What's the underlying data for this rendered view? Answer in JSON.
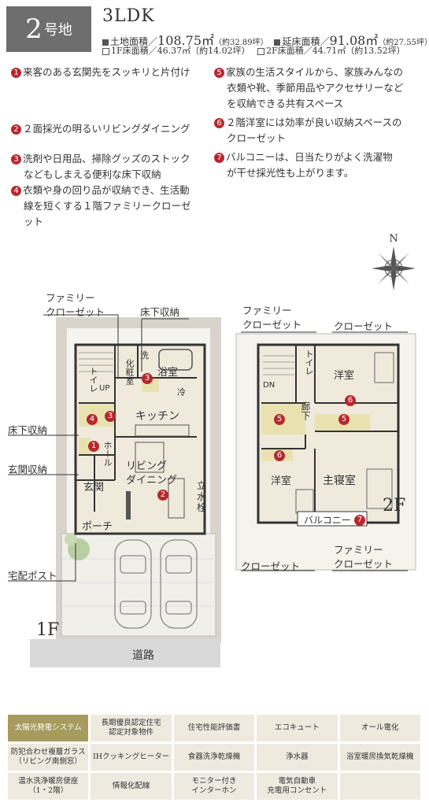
{
  "lot": {
    "number": "2",
    "suffix": "号地"
  },
  "layout": "3LDK",
  "specs": {
    "land_label": "土地面積／",
    "land_value": "108.75㎡",
    "land_tsubo": "（約32.89坪）",
    "total_label": "延床面積／",
    "total_value": "91.08㎡",
    "total_tsubo": "（約27.55坪）",
    "f1_label": "1F床面積／46.37㎡（約14.02坪）",
    "f2_label": "2F床面積／44.71㎡（約13.52坪）"
  },
  "features_left": [
    {
      "n": "1",
      "text": "来客のある玄関先をスッキリと片付け"
    },
    {
      "n": "2",
      "text": "２面採光の明るいリビングダイニング"
    },
    {
      "n": "3",
      "text": "洗剤や日用品、掃除グッズのストック",
      "text2": "などもしまえる便利な床下収納"
    },
    {
      "n": "4",
      "text": "衣類や身の回り品が収納でき、生活動",
      "text2": "線を短くする１階ファミリークローゼ",
      "text3": "ット"
    }
  ],
  "features_right": [
    {
      "n": "5",
      "text": "家族の生活スタイルから、家族みんなの",
      "text2": "衣類や靴、季節用品やアクセサリーなど",
      "text3": "を収納できる共有スペース"
    },
    {
      "n": "6",
      "text": "２階洋室には効率が良い収納スペースの",
      "text2": "クローゼット"
    },
    {
      "n": "7",
      "text": "バルコニーは、日当たりがよく洗濯物",
      "text2": "が干せ採光性も上がります。"
    }
  ],
  "compass": "N",
  "floor1": {
    "label": "1F",
    "callouts": {
      "family_closet_1": "ファミリー",
      "family_closet_2": "クローゼット",
      "underfloor_top": "床下収納",
      "underfloor_left": "床下収納",
      "entrance_storage": "玄関収納",
      "delivery_box": "宅配ポスト"
    },
    "rooms": {
      "washroom": "洗",
      "dressing": "化粧室",
      "bath": "浴室",
      "fridge": "冷",
      "toilet": "トイレ",
      "up": "UP",
      "kitchen": "キッチン",
      "hall": "ホール",
      "entrance": "玄関",
      "porch": "ポーチ",
      "living_1": "リビング",
      "living_2": "ダイニング",
      "faucet_1": "立",
      "faucet_2": "水",
      "faucet_3": "栓"
    },
    "road": "道路"
  },
  "floor2": {
    "label": "2F",
    "callouts": {
      "family_closet_1": "ファミリー",
      "family_closet_2": "クローゼット",
      "closet_top": "クローゼット",
      "closet_bottom": "クローゼット",
      "family_closet_b1": "ファミリー",
      "family_closet_b2": "クローゼット"
    },
    "rooms": {
      "toilet": "トイレ",
      "dn": "DN",
      "western1": "洋室",
      "corridor": "廊下",
      "western2": "洋室",
      "master": "主寝室",
      "balcony": "バルコニー"
    }
  },
  "equipment": [
    {
      "text": "太陽光発電システム",
      "highlight": true
    },
    {
      "text": "長期優良認定住宅",
      "text2": "認定対象物件"
    },
    {
      "text": "住宅性能評価書"
    },
    {
      "text": "エコキュート"
    },
    {
      "text": "オール電化"
    },
    {
      "text": "防犯合わせ複層ガラス",
      "text2": "（リビング南側窓）"
    },
    {
      "text": "IHクッキングヒーター"
    },
    {
      "text": "食器洗浄乾燥機"
    },
    {
      "text": "浄水器"
    },
    {
      "text": "浴室暖房換気乾燥機"
    },
    {
      "text": "温水洗浄暖房便座",
      "text2": "（1・2階）"
    },
    {
      "text": "情報化配線"
    },
    {
      "text": "モニター付き",
      "text2": "インターホン"
    },
    {
      "text": "電気自動車",
      "text2": "充電用コンセント"
    },
    {
      "text": ""
    }
  ],
  "colors": {
    "accent": "#b7282e",
    "highlight": "#a79b5d",
    "storage": "#e9e2b0",
    "floor": "#efeadc"
  }
}
